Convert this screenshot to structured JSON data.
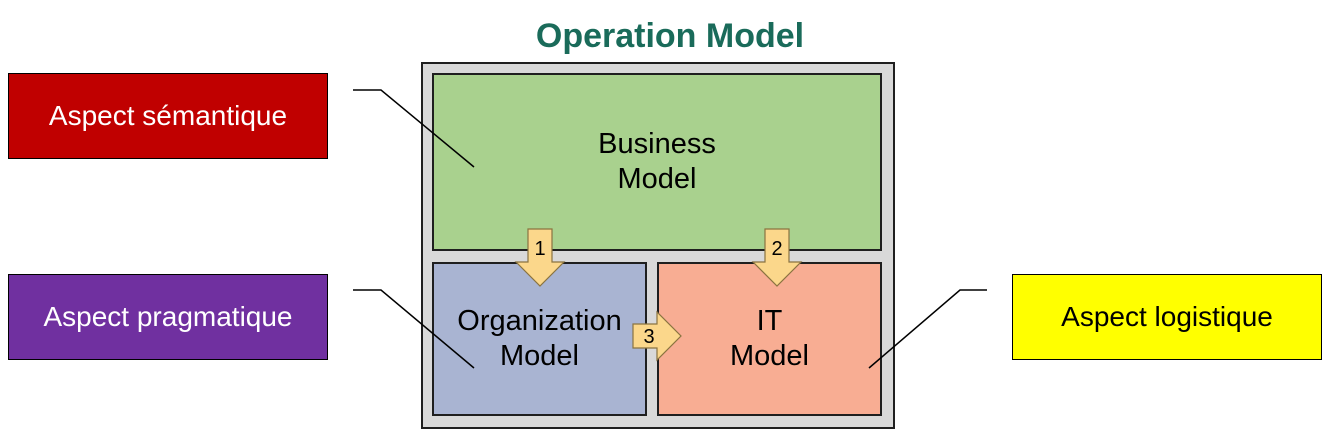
{
  "title": "Operation Model",
  "aspects": {
    "semantic": "Aspect sémantique",
    "pragmatic": "Aspect pragmatique",
    "logistic": "Aspect logistique"
  },
  "models": {
    "business": {
      "line1": "Business",
      "line2": "Model"
    },
    "organization": {
      "line1": "Organization",
      "line2": "Model"
    },
    "it": {
      "line1": "IT",
      "line2": "Model"
    }
  },
  "arrows": [
    "1",
    "2",
    "3"
  ],
  "colors": {
    "title": "#1a6b5a",
    "semantic": "#c00000",
    "pragmatic": "#7030a0",
    "logistic": "#ffff00",
    "business": "#a9d18e",
    "organization": "#a9b4d2",
    "it": "#f8ad93",
    "arrow": "#fbd78b"
  }
}
